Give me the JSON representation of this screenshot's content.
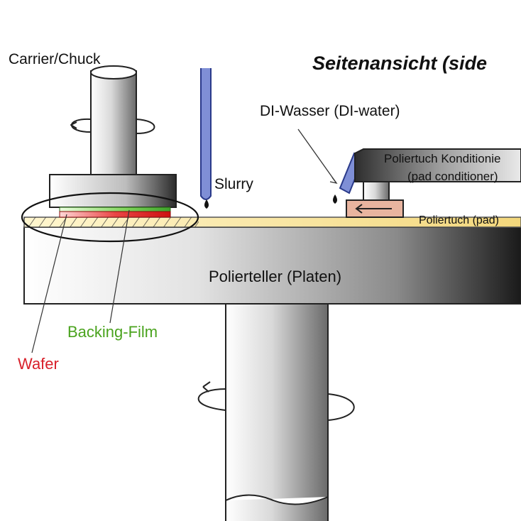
{
  "title": "Seitenansicht (side",
  "labels": {
    "carrier": "Carrier/Chuck",
    "slurry": "Slurry",
    "di_water": "DI-Wasser (DI-water)",
    "conditioner_line1": "Poliertuch Konditionie",
    "conditioner_line2": "(pad conditioner)",
    "pad": "Poliertuch (pad)",
    "platen": "Polierteller (Platen)",
    "backing_film": "Backing-Film",
    "wafer": "Wafer"
  },
  "colors": {
    "wafer_label": "#d8202a",
    "backing_label": "#4aa31e",
    "pad": "#f6dc88",
    "slurry_tube": "#7f8fd6",
    "conditioner_block": "#e8b49f"
  },
  "icons": [
    "rotation-arrow-icon",
    "rotation-arrow-icon",
    "flow-arrow-icon",
    "droplet-icon",
    "droplet-icon"
  ]
}
